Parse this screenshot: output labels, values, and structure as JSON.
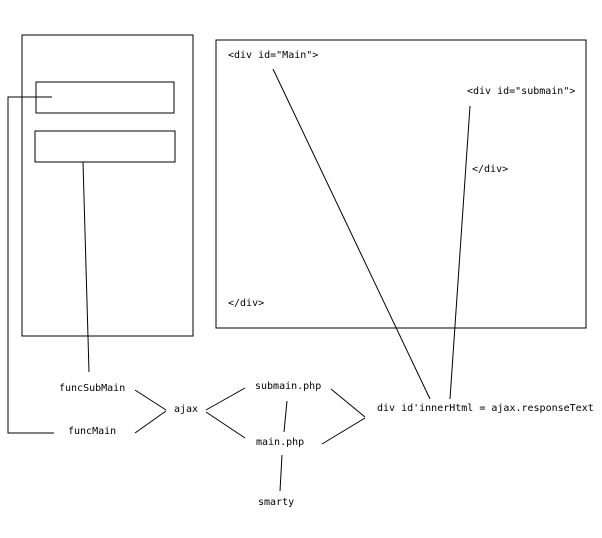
{
  "diagram": {
    "labels": {
      "div_main_open": "<div id=\"Main\">",
      "div_submain_open": "<div id=\"submain\">",
      "div_submain_close": "</div>",
      "div_main_close": "</div>",
      "func_sub_main": "funcSubMain",
      "func_main": "funcMain",
      "ajax": "ajax",
      "submain_php": "submain.php",
      "main_php": "main.php",
      "smarty": "smarty",
      "inner_html": "div id'innerHtml = ajax.responseText"
    },
    "colors": {
      "stroke": "#000000",
      "background": "#ffffff"
    }
  }
}
